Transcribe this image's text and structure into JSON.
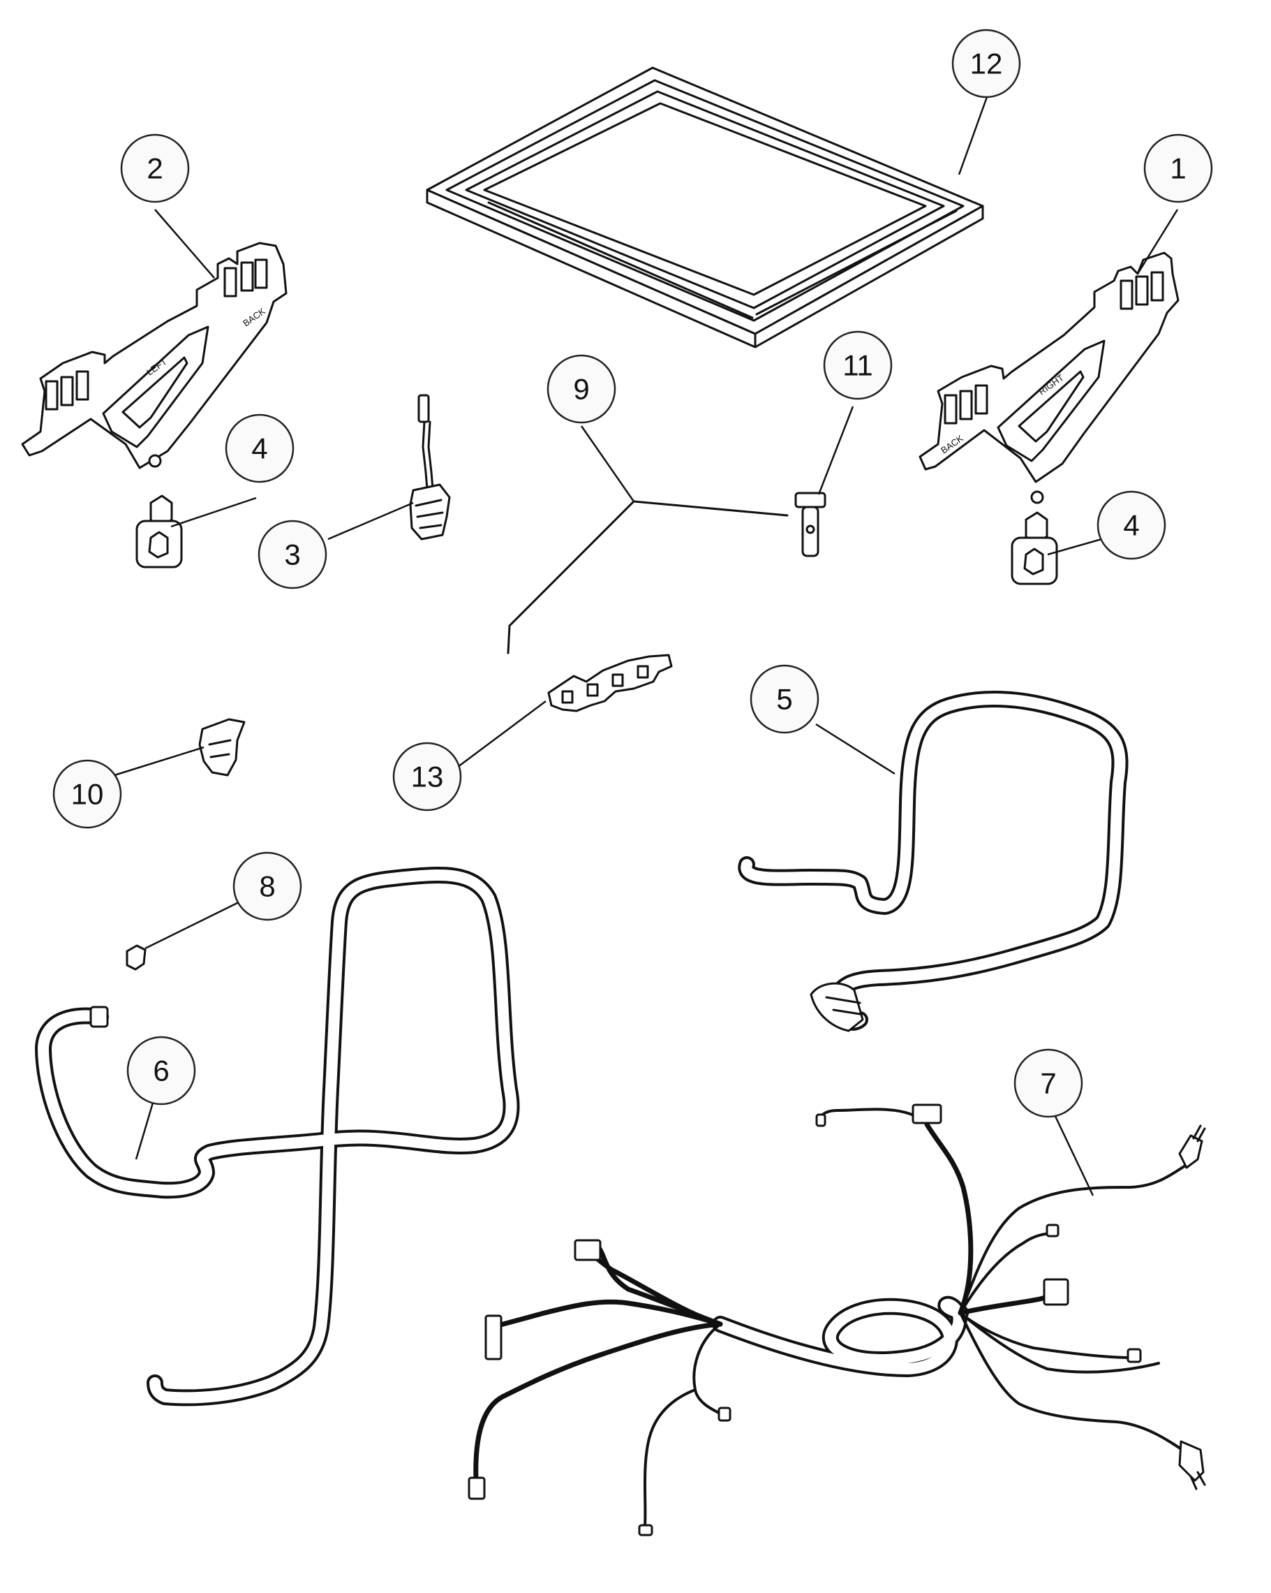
{
  "diagram": {
    "callouts": [
      {
        "id": "c1",
        "label": "1"
      },
      {
        "id": "c2",
        "label": "2"
      },
      {
        "id": "c3",
        "label": "3"
      },
      {
        "id": "c4a",
        "label": "4"
      },
      {
        "id": "c4b",
        "label": "4"
      },
      {
        "id": "c5",
        "label": "5"
      },
      {
        "id": "c6",
        "label": "6"
      },
      {
        "id": "c7",
        "label": "7"
      },
      {
        "id": "c8",
        "label": "8"
      },
      {
        "id": "c9",
        "label": "9"
      },
      {
        "id": "c10",
        "label": "10"
      },
      {
        "id": "c11",
        "label": "11"
      },
      {
        "id": "c12",
        "label": "12"
      },
      {
        "id": "c13",
        "label": "13"
      }
    ],
    "bracket_markings": {
      "left_bracket_text": "LEFT",
      "left_bracket_back": "BACK",
      "right_bracket_text": "RIGHT",
      "right_bracket_back": "BACK"
    }
  }
}
